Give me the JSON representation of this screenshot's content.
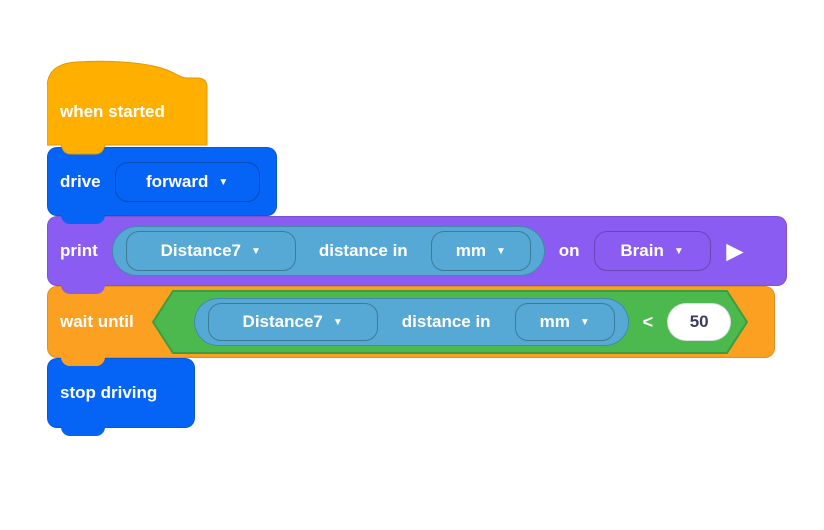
{
  "palette": {
    "hat_orange": "#FFAF00",
    "hat_orange_border": "#E09A00",
    "control_orange": "#FCA021",
    "drive_blue": "#0564F5",
    "print_purple": "#8A5CF2",
    "reporter_blue": "#57A9D5",
    "boolean_green": "#4CB94F",
    "boolean_green_border": "#3D9B40",
    "value_text": "#3B3C59"
  },
  "icons": {
    "dropdown_arrow": "▼",
    "expand_arrow": "▶"
  },
  "blocks": {
    "when_started": {
      "label": "when started"
    },
    "drive": {
      "label": "drive",
      "direction_value": "forward"
    },
    "print": {
      "label": "print",
      "on_label": "on",
      "device_value": "Brain",
      "sensor": {
        "device_value": "Distance7",
        "property_label": "distance in",
        "unit_value": "mm"
      }
    },
    "wait_until": {
      "label": "wait until",
      "operator": "<",
      "compare_value": "50",
      "sensor": {
        "device_value": "Distance7",
        "property_label": "distance in",
        "unit_value": "mm"
      }
    },
    "stop_driving": {
      "label": "stop driving"
    }
  }
}
